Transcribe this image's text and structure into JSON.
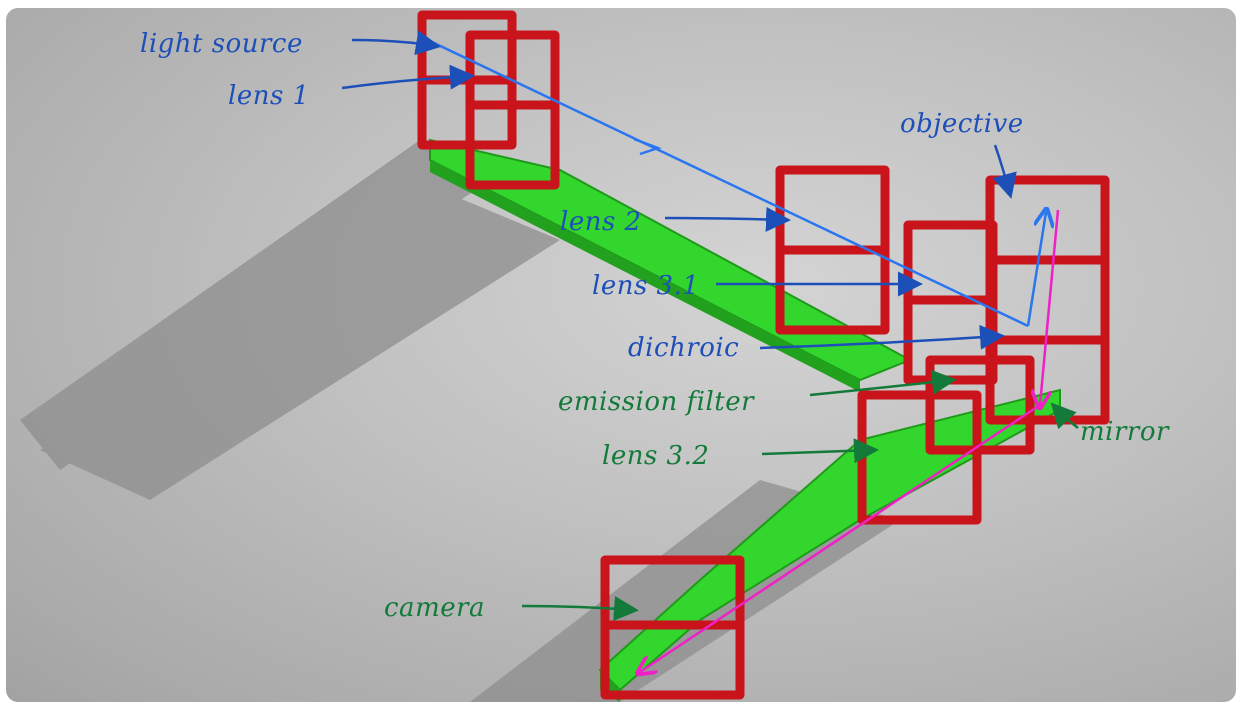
{
  "colors": {
    "frame_red": "#c8141a",
    "baseplate_green": "#33d62c",
    "excitation_path": "#2a76f0",
    "emission_path": "#f020c8",
    "excitation_label": "#1d4fb8",
    "emission_label": "#137a3a"
  },
  "labels": {
    "light_source": "light source",
    "lens_1": "lens 1",
    "objective": "objective",
    "lens_2": "lens 2",
    "lens_3_1": "lens 3.1",
    "dichroic": "dichroic",
    "emission_filter": "emission filter",
    "mirror": "mirror",
    "lens_3_2": "lens 3.2",
    "camera": "camera"
  }
}
